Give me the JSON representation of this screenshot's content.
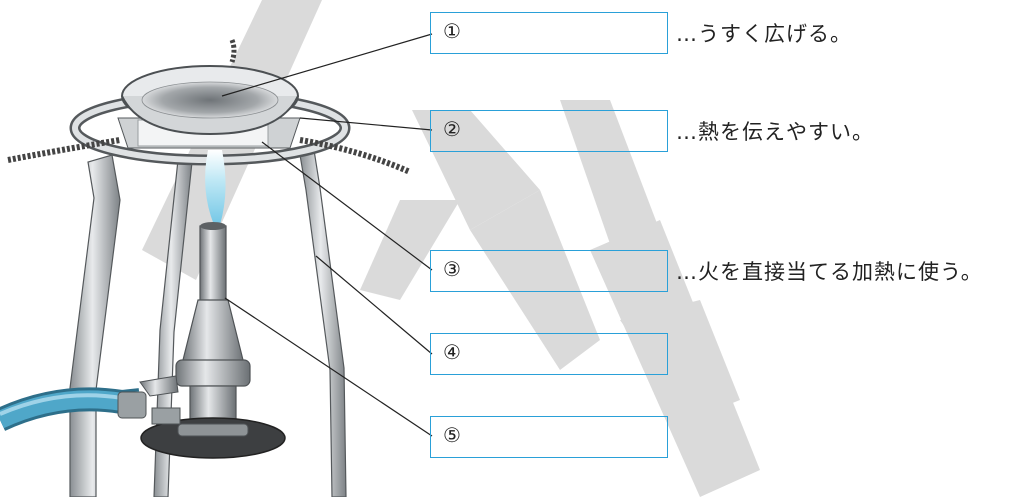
{
  "labels": [
    {
      "number": "①",
      "note": "…うすく広げる。"
    },
    {
      "number": "②",
      "note": "…熱を伝えやすい。"
    },
    {
      "number": "③",
      "note": "…火を直接当てる加熱に使う。"
    },
    {
      "number": "④",
      "note": ""
    },
    {
      "number": "⑤",
      "note": ""
    }
  ],
  "watermark": "SAMPLE",
  "colors": {
    "box_border": "#2aa0d8",
    "flame": "#bfe8f5",
    "hose": "#4fa7c9",
    "metal": "#b9bdc1",
    "wire_gauze_center": "#e9ecee"
  }
}
